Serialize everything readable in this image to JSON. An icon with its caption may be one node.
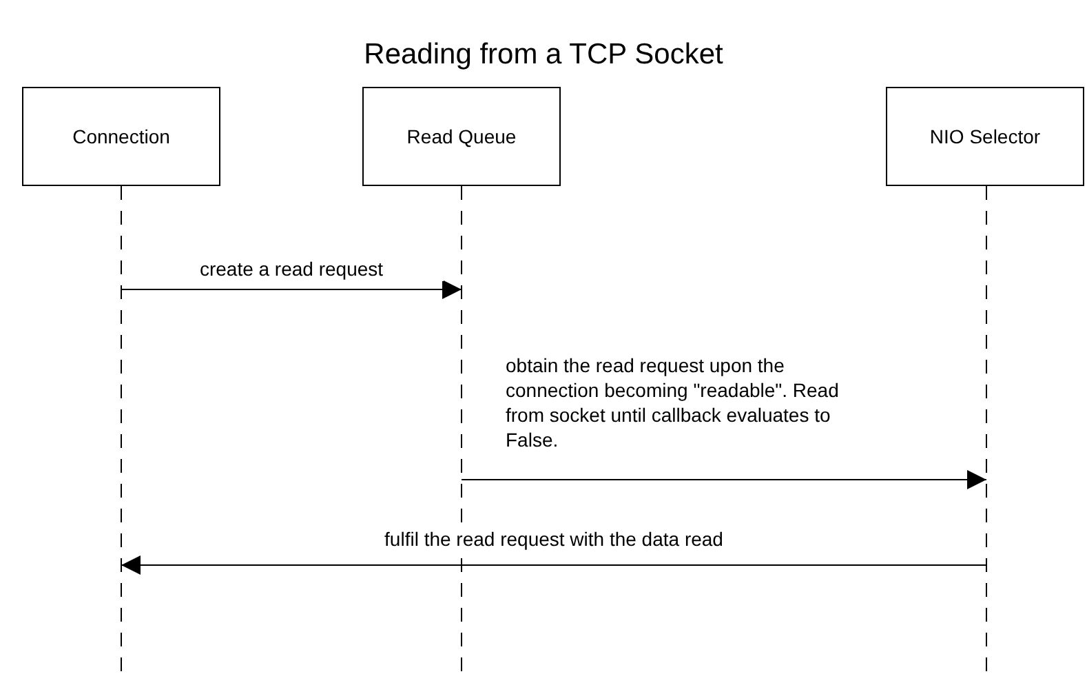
{
  "diagram": {
    "title": "Reading from a TCP Socket",
    "nodes": [
      {
        "text": [
          "Connection"
        ]
      },
      {
        "text": [
          "Read Queue"
        ]
      },
      {
        "text": [
          "NIO Selector"
        ]
      }
    ],
    "edges": [
      {
        "from": 0,
        "to": 1,
        "arrow": "to",
        "label": "create a read request"
      },
      {
        "from": 1,
        "to": 2,
        "arrow": "to",
        "label": "obtain the read request upon the connection becoming \"readable\". Read from socket until callback evaluates to False."
      },
      {
        "from": 2,
        "to": 0,
        "arrow": "to",
        "label": "fulfil the read request with the data read"
      }
    ]
  }
}
